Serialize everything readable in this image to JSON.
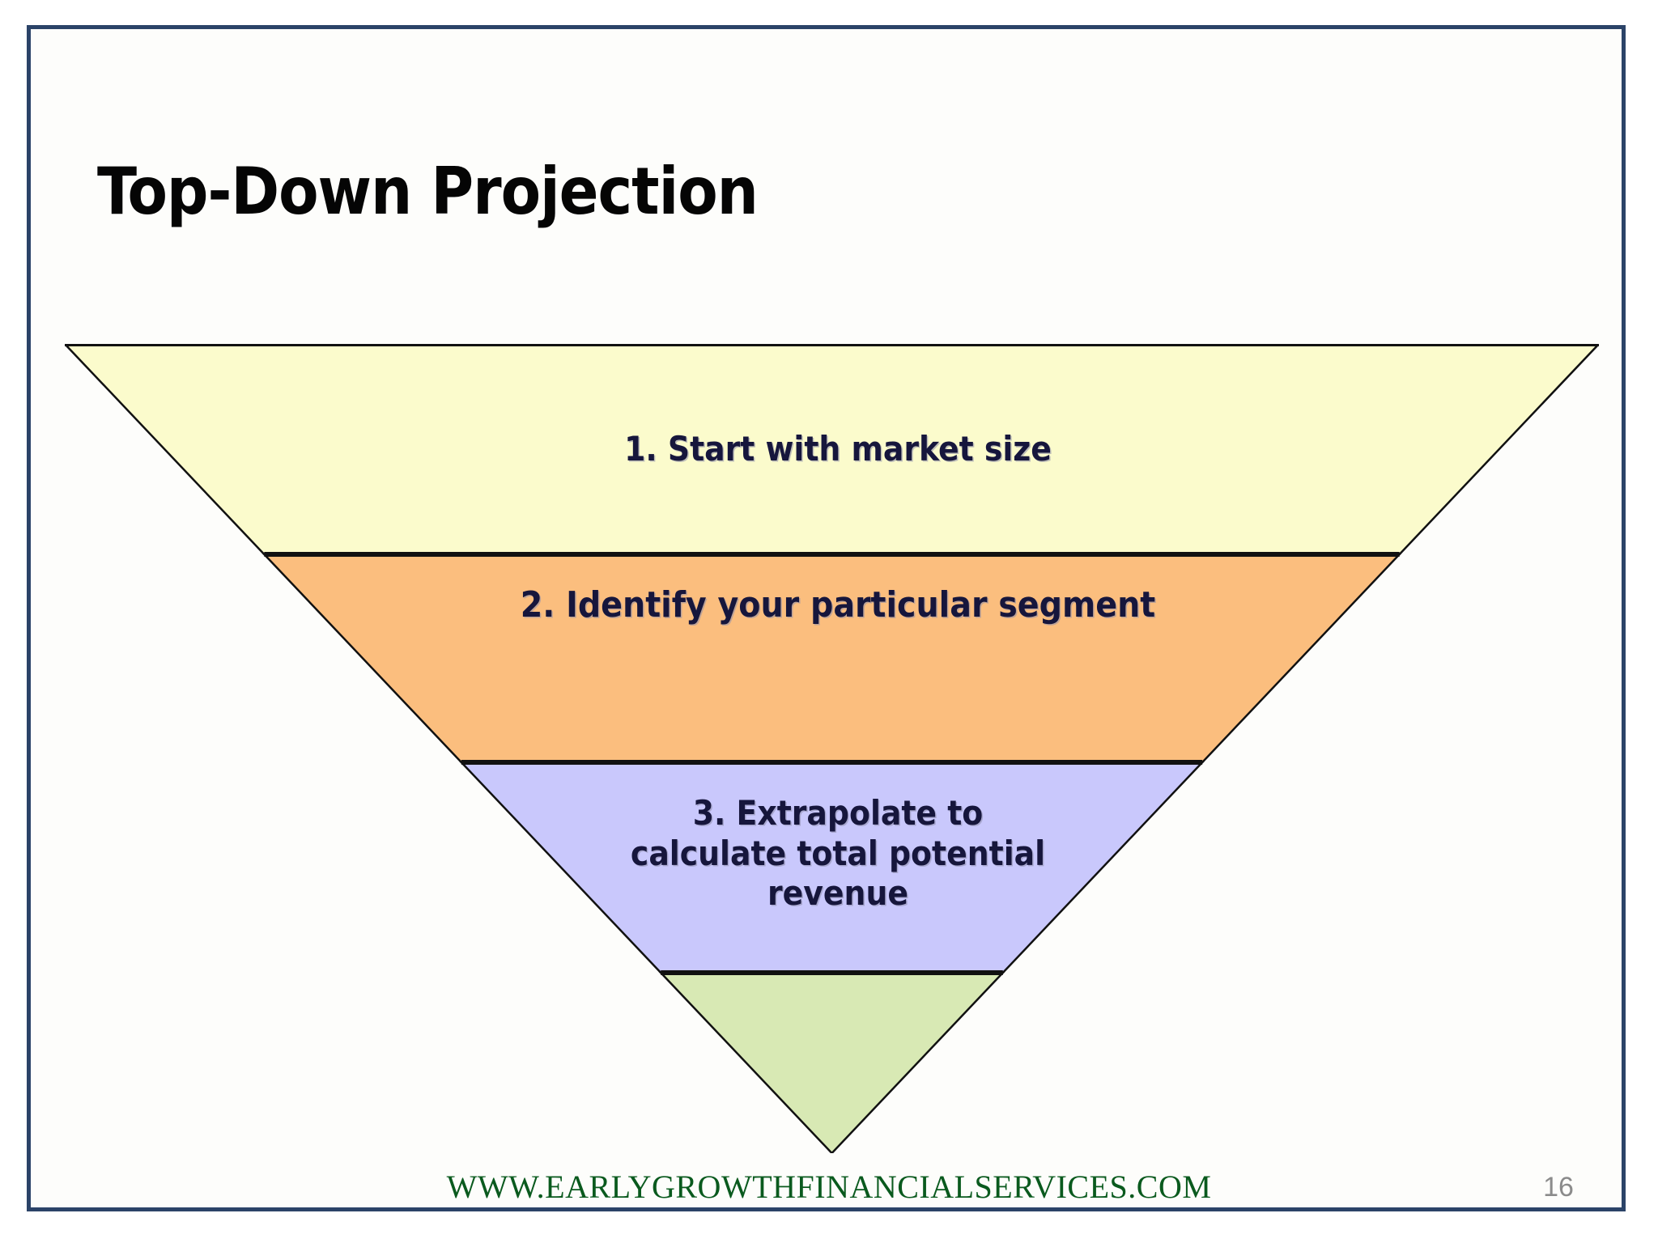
{
  "slide": {
    "title": "Top-Down Projection",
    "page_number": "16",
    "footer_url": "WWW.EARLYGROWTHFINANCIALSERVICES.COM",
    "frame_color": "#2b4368",
    "background_color": "#ffffff",
    "title_color": "#050505",
    "footer_color": "#0a5a1e",
    "page_number_color": "#8b8b8b"
  },
  "chart_data": {
    "type": "funnel",
    "title": "Top-Down Projection",
    "orientation": "inverted-triangle",
    "outline_color": "#111111",
    "label_color": "#16163c",
    "bands": [
      {
        "step": 1,
        "label": "1. Start with market size",
        "color": "#fbfbcc",
        "color_name": "pale-yellow",
        "top_fraction": 0.0,
        "bottom_fraction": 0.26
      },
      {
        "step": 2,
        "label": "2. Identify your particular segment",
        "color": "#fbbe7e",
        "color_name": "orange",
        "top_fraction": 0.26,
        "bottom_fraction": 0.517
      },
      {
        "step": 3,
        "label": "3. Extrapolate to\ncalculate total potential\nrevenue",
        "color": "#c9c8fc",
        "color_name": "lavender",
        "top_fraction": 0.517,
        "bottom_fraction": 0.777
      },
      {
        "step": 4,
        "label": "",
        "color": "#d8e9b4",
        "color_name": "light-green",
        "top_fraction": 0.777,
        "bottom_fraction": 1.0
      }
    ]
  }
}
